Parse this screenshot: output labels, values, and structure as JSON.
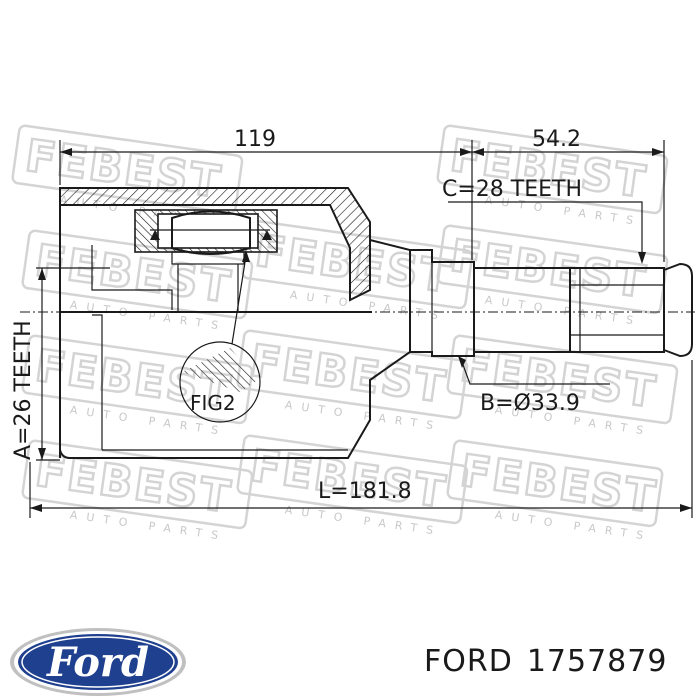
{
  "watermark": {
    "brand": "FEBEST",
    "sub": "AUTO PARTS"
  },
  "dimensions": {
    "total_length_label": "119",
    "spline_length_label": "54.2",
    "outer_teeth_label": "C=28 TEETH",
    "inner_teeth_label": "A=26 TEETH",
    "shaft_diameter_label": "B=Ø33.9",
    "overall_length_label": "L=181.8",
    "detail_label": "FIG2"
  },
  "caption": {
    "brand": "FORD",
    "part_number": "1757879"
  },
  "logo": {
    "text": "Ford",
    "oval_color": "#1f3f8f",
    "text_color": "#ffffff"
  }
}
